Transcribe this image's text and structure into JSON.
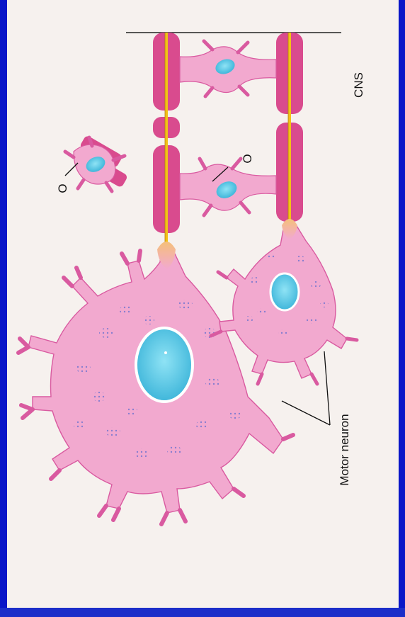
{
  "labels": {
    "cns": "CNS",
    "oligo_top": "O",
    "oligo_bottom": "O",
    "motor_neuron": "Motor neuron"
  },
  "colors": {
    "border_blue": "#0a16c8",
    "cell_pink": "#f2a9cf",
    "cell_outline": "#d95aa0",
    "myelin": "#d94b8e",
    "axon": "#f2c118",
    "nucleus": "#5cc7e6",
    "nissl": "#8a86d6"
  }
}
